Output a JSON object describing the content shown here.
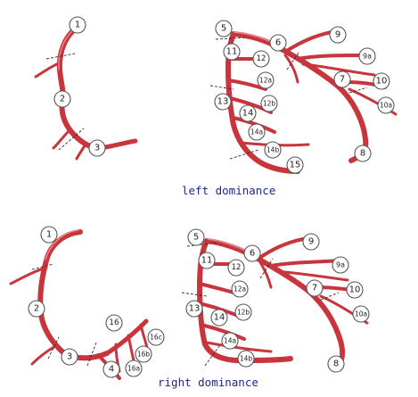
{
  "captions": {
    "top": "left dominance",
    "bottom": "right dominance"
  },
  "colors": {
    "artery": "#c8353d",
    "highlight": "#e8888c",
    "caption": "#1c2890"
  },
  "segment_labels": {
    "left_dominance": {
      "rca": [
        "1",
        "2",
        "3"
      ],
      "left": [
        "5",
        "6",
        "7",
        "8",
        "9",
        "9a",
        "10",
        "10a",
        "11",
        "12",
        "12a",
        "12b",
        "13",
        "14",
        "14a",
        "14b",
        "15"
      ]
    },
    "right_dominance": {
      "rca": [
        "1",
        "2",
        "3",
        "4",
        "16",
        "16a",
        "16b",
        "16c"
      ],
      "left": [
        "5",
        "6",
        "7",
        "8",
        "9",
        "9a",
        "10",
        "10a",
        "11",
        "12",
        "12a",
        "12b",
        "13",
        "14",
        "14a",
        "14b"
      ]
    }
  }
}
